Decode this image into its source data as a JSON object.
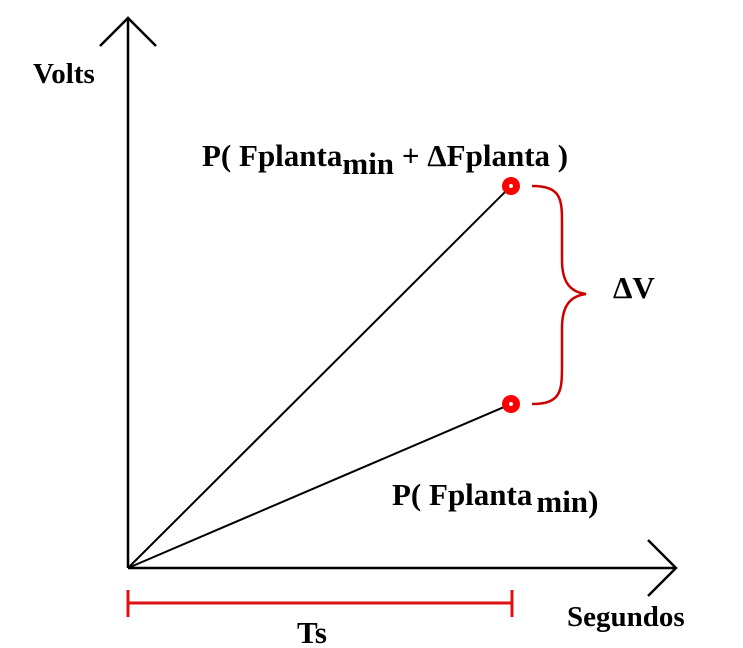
{
  "labels": {
    "y_axis": "Volts",
    "x_axis": "Segundos",
    "upper_point_prefix": "P( Fplanta",
    "upper_point_subscript": "min",
    "upper_point_suffix": " + ΔFplanta )",
    "lower_point_prefix": "P( Fplanta",
    "lower_point_subscript": "min",
    "lower_point_suffix": ")",
    "delta_v": "ΔV",
    "ts": "Ts"
  },
  "colors": {
    "axis": "#000000",
    "lines": "#000000",
    "markers": "#ff0000",
    "brace": "#cc0000",
    "ts_bracket": "#dd1111"
  }
}
